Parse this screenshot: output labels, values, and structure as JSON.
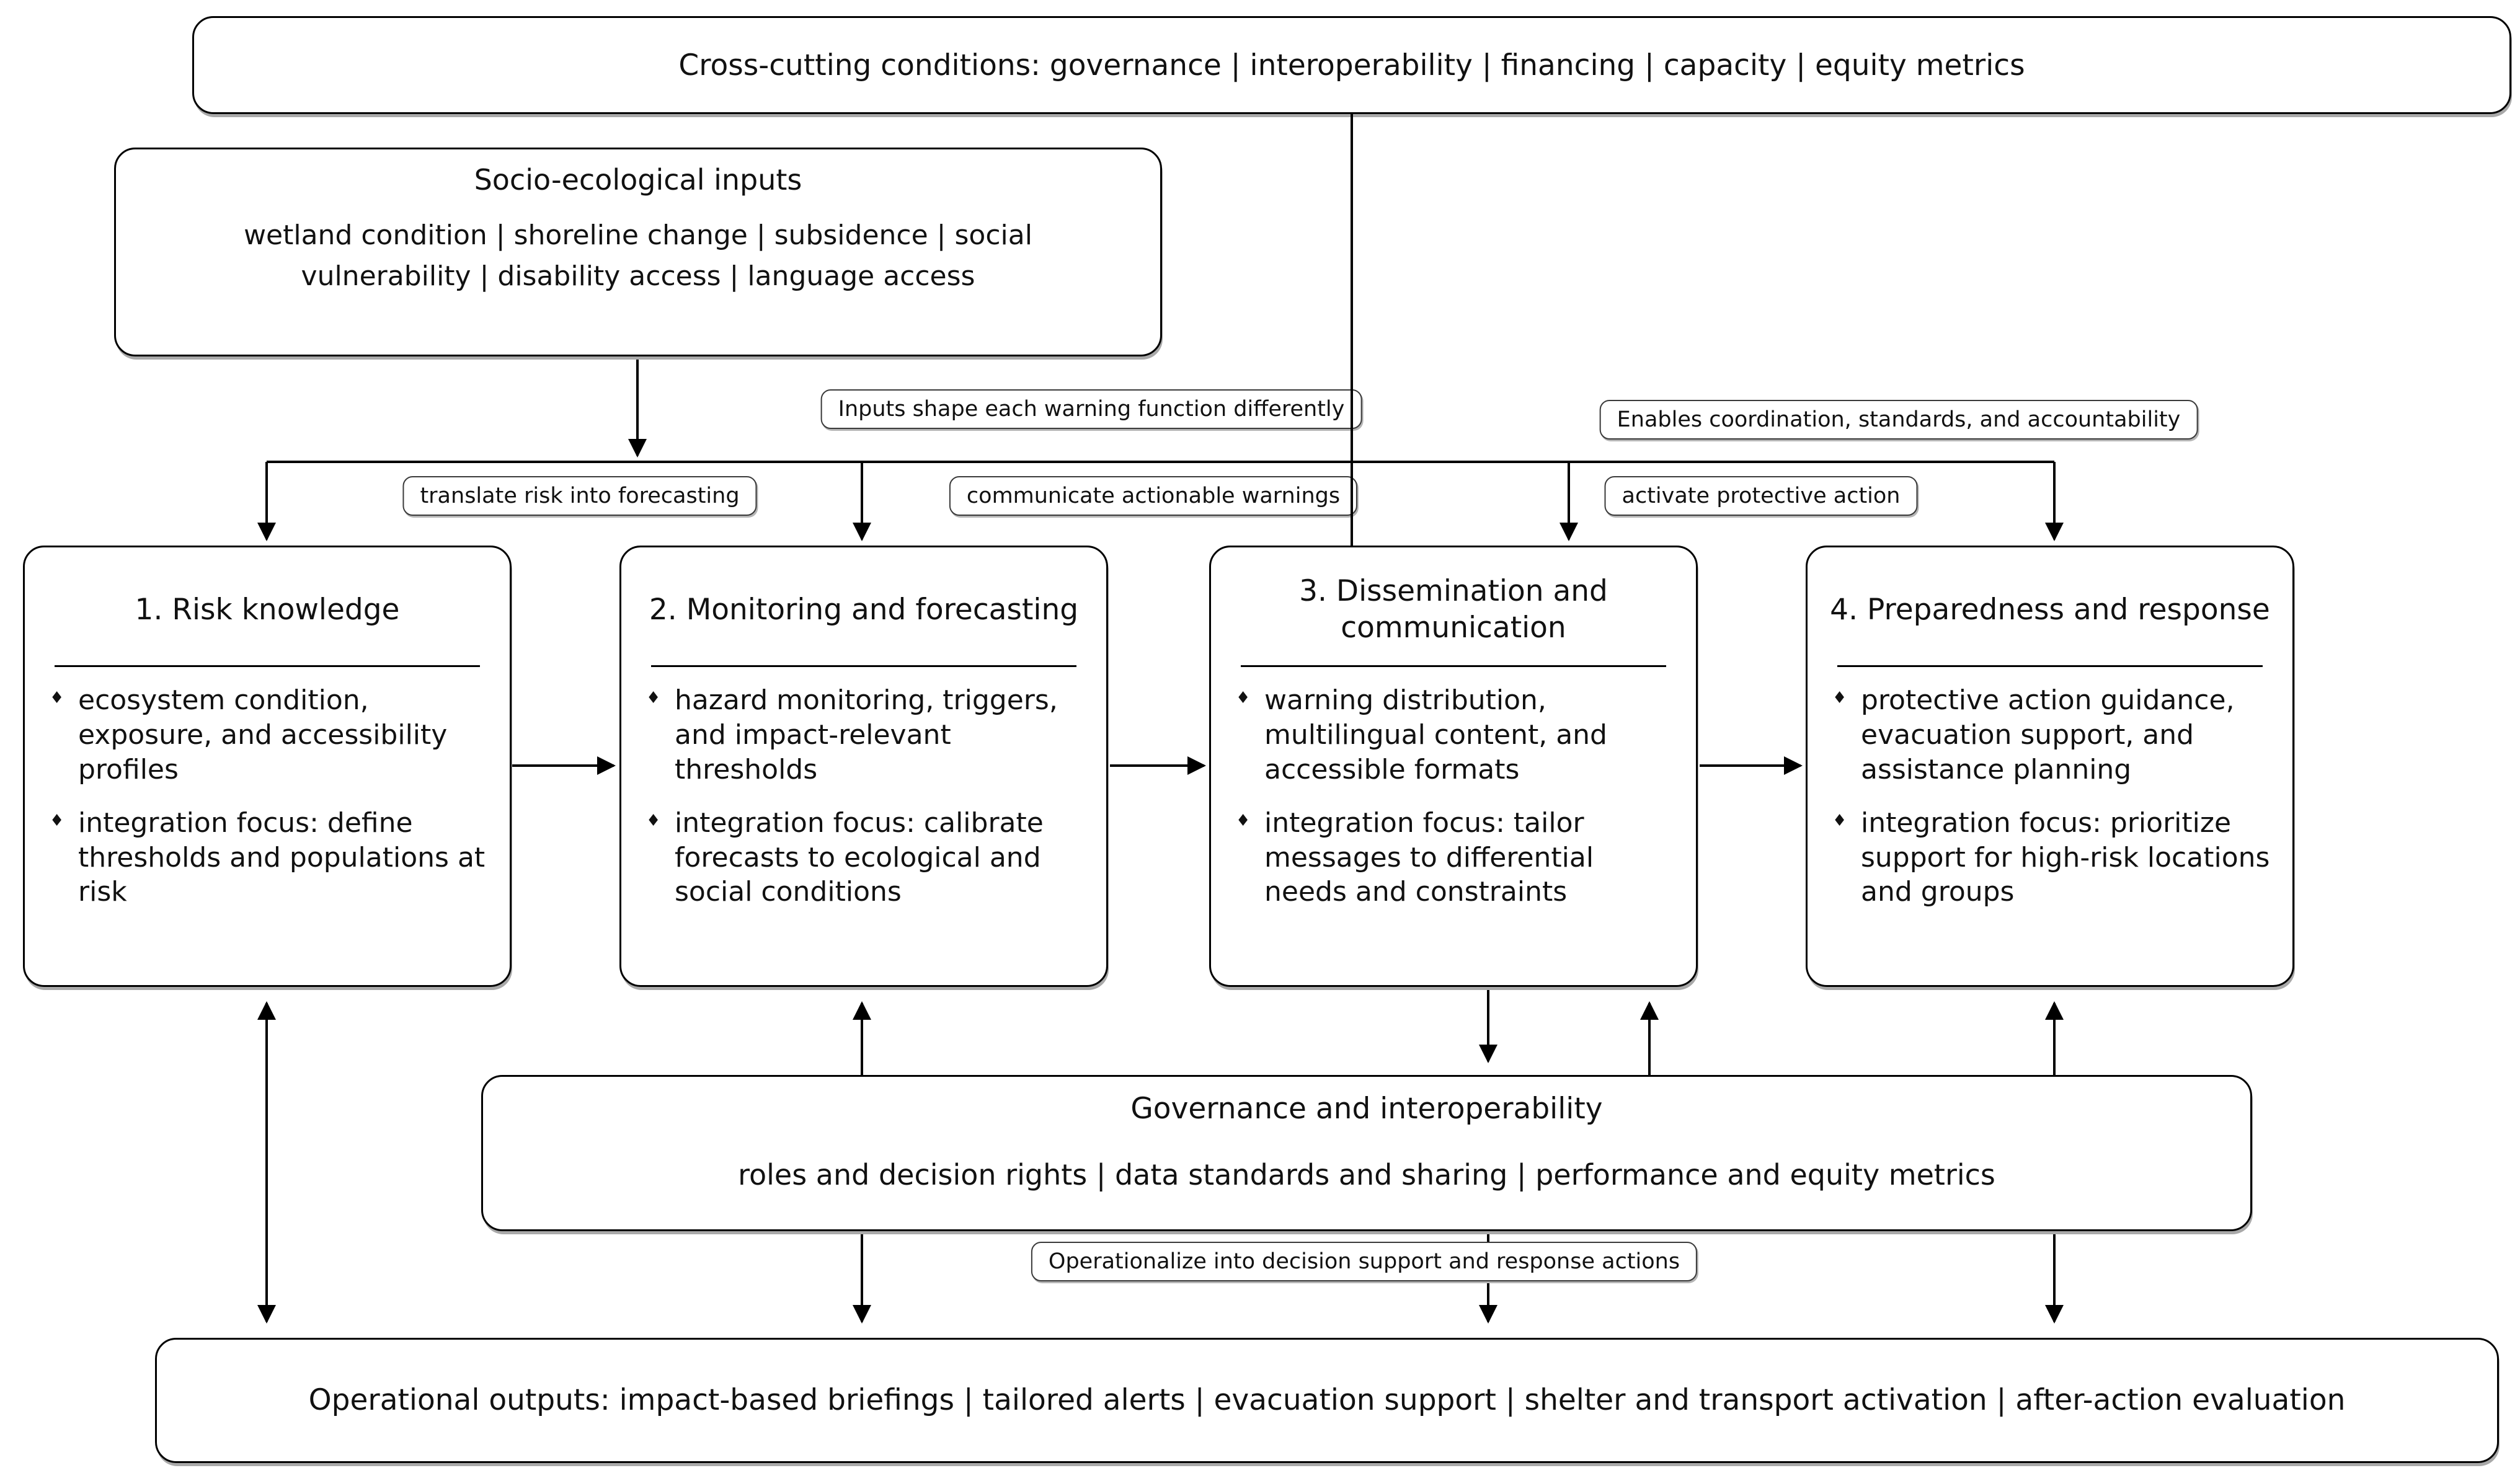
{
  "top_box": {
    "text": "Cross-cutting conditions: governance | interoperability | financing | capacity | equity metrics"
  },
  "socio_box": {
    "title": "Socio-ecological inputs",
    "body": "wetland condition | shoreline change | subsidence | social vulnerability | disability access | language access"
  },
  "flow_labels": {
    "inputs_shape": "Inputs shape each warning function differently",
    "enables_coordination": "Enables coordination, standards, and accountability",
    "translate_risk": "translate risk into forecasting",
    "communicate_warnings": "communicate actionable warnings",
    "activate_action": "activate protective action",
    "operationalize": "Operationalize into decision support and response actions"
  },
  "function_boxes": [
    {
      "title": "1. Risk knowledge",
      "bullets": [
        "ecosystem condition, exposure, and accessibility profiles",
        "integration focus: define thresholds and populations at risk"
      ]
    },
    {
      "title": "2. Monitoring and forecasting",
      "bullets": [
        "hazard monitoring, triggers, and impact-relevant thresholds",
        "integration focus: calibrate forecasts to ecological and social conditions"
      ]
    },
    {
      "title": "3. Dissemination and communication",
      "bullets": [
        "warning distribution, multilingual content, and accessible formats",
        "integration focus: tailor messages to differential needs and constraints"
      ]
    },
    {
      "title": "4. Preparedness and response",
      "bullets": [
        "protective action guidance, evacuation support, and assistance planning",
        "integration focus: prioritize support for high-risk locations and groups"
      ]
    }
  ],
  "governance_box": {
    "title": "Governance and interoperability",
    "body": "roles and decision rights | data standards and sharing | performance and equity metrics"
  },
  "outputs_box": {
    "text": "Operational outputs: impact-based briefings | tailored alerts | evacuation support | shelter and transport activation | after-action evaluation"
  },
  "colors": {
    "line": "#000000",
    "box_border": "#000000",
    "background": "#ffffff",
    "text": "#111111"
  }
}
